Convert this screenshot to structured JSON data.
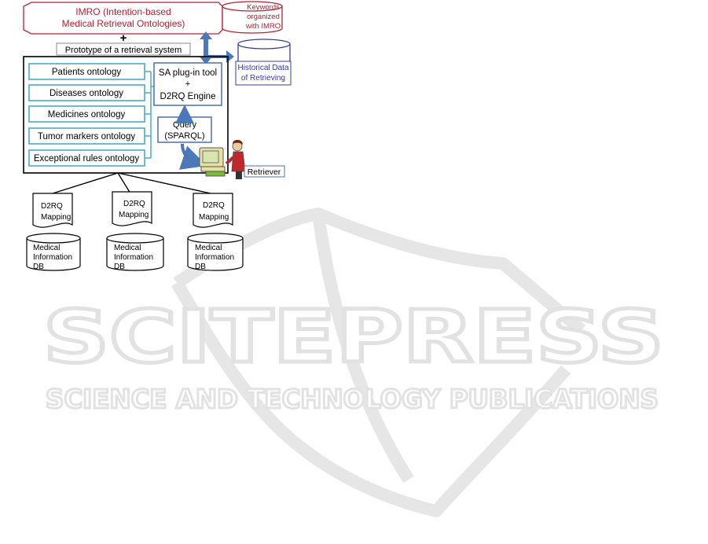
{
  "imro": {
    "line1": "IMRO (Intention-based",
    "line2": "Medical Retrieval Ontologies)"
  },
  "keywords_db": {
    "line1": "Keywords",
    "line2": "organized",
    "line3": "with IMRO"
  },
  "plus": "+",
  "prototype_label": "Prototype of a retrieval system",
  "ontologies": [
    "Patients ontology",
    "Diseases ontology",
    "Medicines ontology",
    "Tumor markers ontology",
    "Exceptional rules ontology"
  ],
  "sa_tool": {
    "line1": "SA plug-in tool",
    "line2": "+",
    "line3": "D2RQ Engine"
  },
  "query": {
    "line1": "Query",
    "line2": "(SPARQL)"
  },
  "historical_db": {
    "line1": "Historical Data",
    "line2": "of Retrieving"
  },
  "retriever": "Retriever",
  "mappings": [
    {
      "line1": "D2RQ",
      "line2": "Mapping"
    },
    {
      "line1": "D2RQ",
      "line2": "Mapping"
    },
    {
      "line1": "D2RQ",
      "line2": "Mapping"
    }
  ],
  "databases": [
    {
      "line1": "Medical",
      "line2": "Information",
      "line3": "DB"
    },
    {
      "line1": "Medical",
      "line2": "Information",
      "line3": "DB"
    },
    {
      "line1": "Medical",
      "line2": "Information",
      "line3": "DB"
    }
  ],
  "watermark": {
    "brand": "SCITEPRESS",
    "tagline": "SCIENCE AND TECHNOLOGY PUBLICATIONS"
  },
  "colors": {
    "imro": "#b22234",
    "historical": "#3a3aa0",
    "ontology_border": "#4bacc6",
    "tool_border": "#4f6fa8",
    "arrow": "#4a78b8",
    "watermark": "#e7e7e7"
  }
}
